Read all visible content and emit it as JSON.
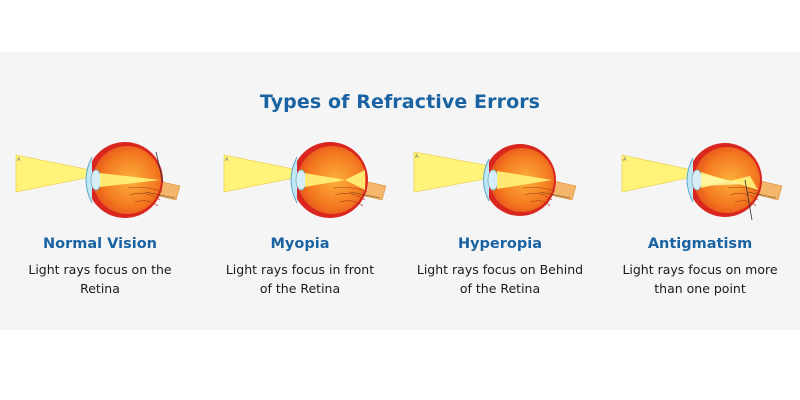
{
  "title": "Types of Refractive Errors",
  "colors": {
    "title": "#1a63a3",
    "label": "#1a63a3",
    "text": "#1a1a1a",
    "light": "#fff27a",
    "eye_outer": "#d7221c",
    "eye_inner": "#f58a1f",
    "nerve": "#f3b565"
  },
  "cards": [
    {
      "label": "Normal Vision",
      "desc_line1": "Light rays focus on the",
      "desc_line2": "Retina",
      "condition": "normal"
    },
    {
      "label": "Myopia",
      "desc_line1": "Light rays focus in front",
      "desc_line2": "of the Retina",
      "condition": "myopia"
    },
    {
      "label": "Hyperopia",
      "desc_line1": "Light rays focus on Behind",
      "desc_line2": "of the Retina",
      "condition": "hyperopia"
    },
    {
      "label": "Antigmatism",
      "desc_line1": "Light rays focus on more",
      "desc_line2": "than one point",
      "condition": "astigmatism"
    }
  ]
}
